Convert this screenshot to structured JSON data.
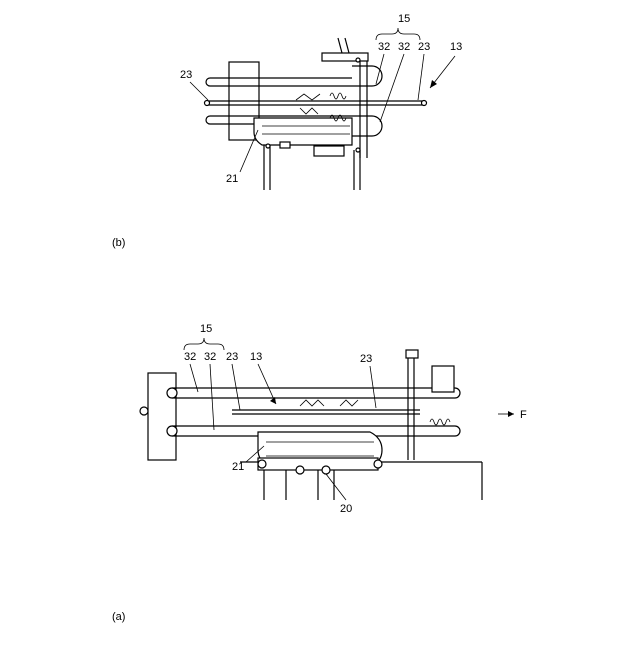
{
  "figure": {
    "panel_a": {
      "caption": "(a)",
      "labels": {
        "brace": "15",
        "rod_a": "32",
        "rod_b": "32",
        "spring_a": "23",
        "spring_b": "23",
        "mechanism": "13",
        "plate": "21",
        "mount": "20",
        "direction": "F"
      }
    },
    "panel_b": {
      "caption": "(b)",
      "labels": {
        "brace": "15",
        "rod_a": "32",
        "rod_b": "32",
        "spring_a": "23",
        "spring_b": "23",
        "mechanism": "13",
        "plate": "21"
      }
    }
  }
}
